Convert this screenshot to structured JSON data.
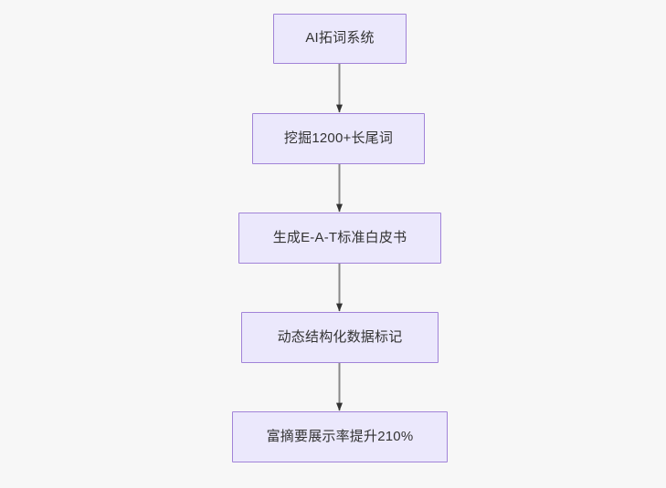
{
  "diagram": {
    "type": "flowchart",
    "direction": "top-to-bottom",
    "background_color": "#f7f7f7",
    "node_fill_color": "#ebe8fc",
    "node_border_color": "#a183d8",
    "node_text_color": "#333333",
    "edge_line_color": "#888888",
    "edge_arrow_color": "#333333",
    "nodes": [
      {
        "id": "n0",
        "label": "AI拓词系统"
      },
      {
        "id": "n1",
        "label": "挖掘1200+长尾词"
      },
      {
        "id": "n2",
        "label": "生成E-A-T标准白皮书"
      },
      {
        "id": "n3",
        "label": "动态结构化数据标记"
      },
      {
        "id": "n4",
        "label": "富摘要展示率提升210%"
      }
    ],
    "edges": [
      {
        "from": "n0",
        "to": "n1",
        "label": ""
      },
      {
        "from": "n1",
        "to": "n2",
        "label": ""
      },
      {
        "from": "n2",
        "to": "n3",
        "label": ""
      },
      {
        "from": "n3",
        "to": "n4",
        "label": ""
      }
    ]
  }
}
